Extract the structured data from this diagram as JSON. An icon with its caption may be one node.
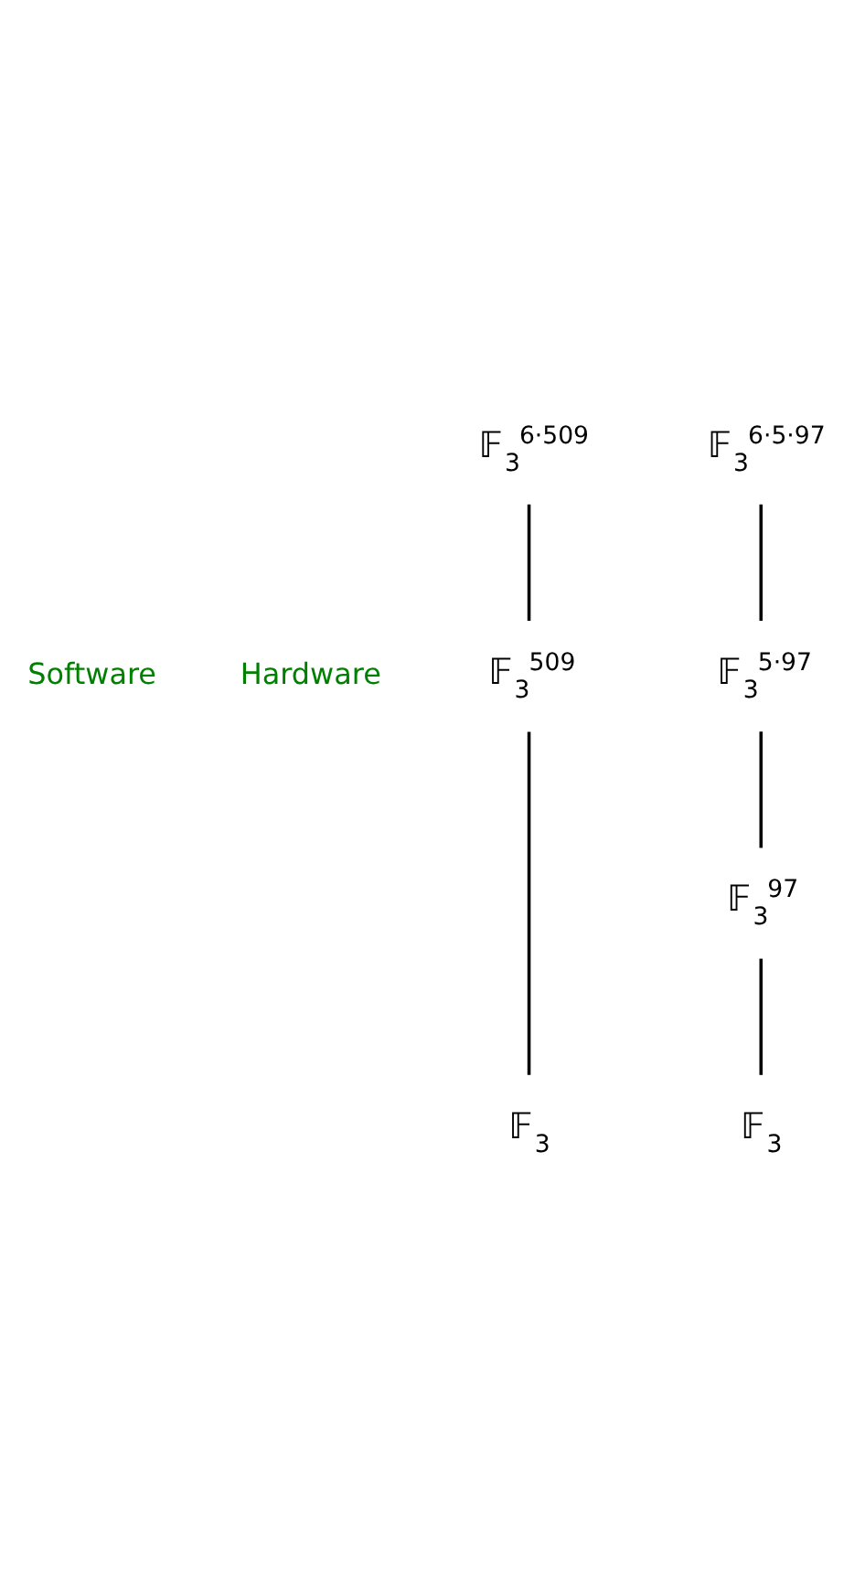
{
  "diagram": {
    "nodes": [
      {
        "text": [
          "𝔽$_{3}$$^{6·509}$"
        ]
      },
      {
        "text": [
          "𝔽$_{3}$$^{6·5·97}$"
        ]
      },
      {
        "text": [
          "𝔽$_{3}$$^{509}$"
        ]
      },
      {
        "text": [
          "𝔽$_{3}$$^{5·97}$"
        ]
      },
      {
        "text": [
          "𝔽$_{3}$$^{97}$"
        ]
      },
      {
        "text": [
          "𝔽$_{3}$"
        ]
      },
      {
        "text": [
          "𝔽$_{3}$"
        ]
      }
    ],
    "edges": [
      {
        "from": 0,
        "to": 2,
        "arrow": "none"
      },
      {
        "from": 1,
        "to": 3,
        "arrow": "none"
      },
      {
        "from": 2,
        "to": 5,
        "arrow": "none"
      },
      {
        "from": 3,
        "to": 4,
        "arrow": "none"
      },
      {
        "from": 4,
        "to": 6,
        "arrow": "none"
      }
    ],
    "labels": [
      "Software",
      "Hardware"
    ]
  }
}
